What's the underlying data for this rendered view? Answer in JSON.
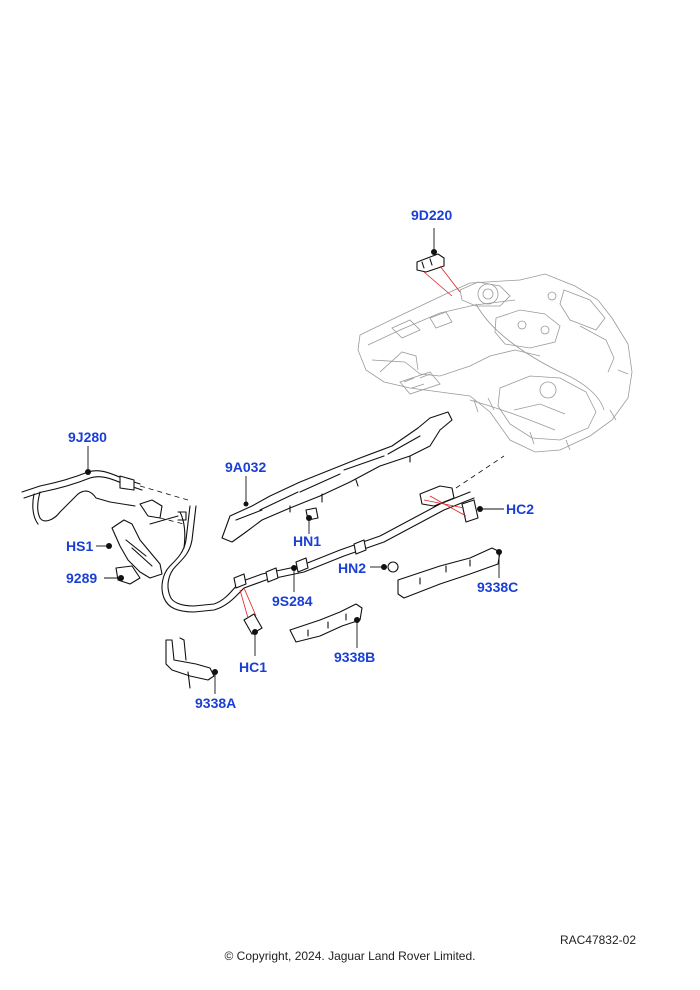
{
  "callouts": {
    "9D220": "9D220",
    "9J280": "9J280",
    "9A032": "9A032",
    "HN1": "HN1",
    "HC2": "HC2",
    "HS1": "HS1",
    "9289": "9289",
    "HN2": "HN2",
    "9338C": "9338C",
    "9S284": "9S284",
    "HC1": "HC1",
    "9338B": "9338B",
    "9338A": "9338A"
  },
  "footer": {
    "reference": "RAC47832-02",
    "copyright": "© Copyright, 2024. Jaguar Land Rover Limited."
  },
  "colors": {
    "callout": "#1a3fd6",
    "guide_lines": "#e02020",
    "ghost_outline": "#9a9a9a"
  }
}
